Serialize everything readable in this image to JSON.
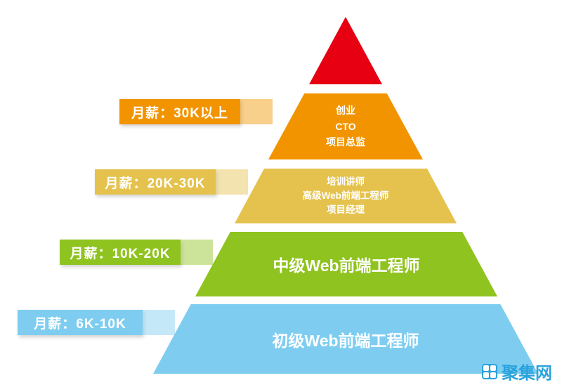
{
  "pyramid": {
    "levels": [
      {
        "id": "apex",
        "color": "#e60012",
        "lines": []
      },
      {
        "id": "executive",
        "color": "#f29400",
        "lines": [
          "创业",
          "CTO",
          "项目总监"
        ],
        "label": "月薪：30K以上"
      },
      {
        "id": "senior",
        "color": "#e4c24d",
        "lines": [
          "培训讲师",
          "高级Web前端工程师",
          "项目经理"
        ],
        "label": "月薪：20K-30K"
      },
      {
        "id": "intermediate",
        "color": "#8fc31f",
        "lines": [
          "中级Web前端工程师"
        ],
        "label": "月薪：10K-20K"
      },
      {
        "id": "junior",
        "color": "#7ecdf1",
        "lines": [
          "初级Web前端工程师"
        ],
        "label": "月薪：6K-10K"
      }
    ]
  },
  "watermark": {
    "text": "聚集网",
    "color": "#2aa3dc"
  }
}
